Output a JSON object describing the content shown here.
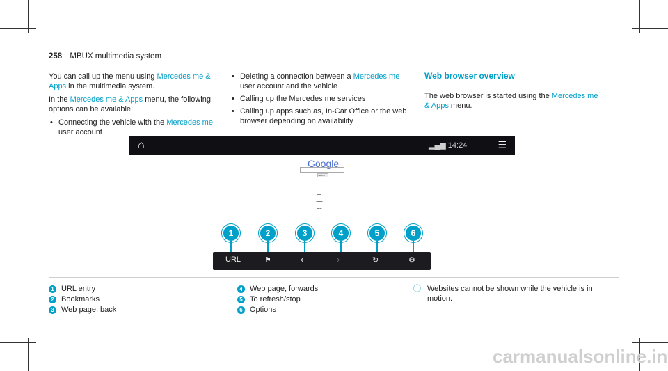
{
  "header": {
    "page_number": "258",
    "section": "MBUX multimedia system"
  },
  "col1": {
    "para1_a": "You can call up the menu using ",
    "para1_link": "Mercedes me & Apps",
    "para1_b": " in the multimedia system.",
    "para2_a": "In the ",
    "para2_link": "Mercedes me & Apps",
    "para2_b": " menu, the following options can be available:",
    "bullet1_a": "Connecting the vehicle with the ",
    "bullet1_link": "Mercedes me",
    "bullet1_b": " user account"
  },
  "col2": {
    "bullet1_a": "Deleting a connection between a ",
    "bullet1_link": "Mercedes me",
    "bullet1_b": " user account and the vehicle",
    "bullet2": "Calling up the Mercedes me services",
    "bullet3": "Calling up apps such as, In-Car Office or the web browser depending on availability"
  },
  "col3": {
    "title": "Web browser overview",
    "para_a": "The web browser is started using the ",
    "para_link": "Mercedes me & Apps",
    "para_b": " menu."
  },
  "screen": {
    "home_icon": "home-icon",
    "time": "14:24",
    "menu_icon": "message-icon",
    "google_logo": "Google",
    "search_button": "Search",
    "toolbar": {
      "url": "URL",
      "bookmark_icon": "bookmark-icon",
      "back_icon": "chevron-left-icon",
      "forward_icon": "chevron-right-icon",
      "refresh_icon": "refresh-icon",
      "options_icon": "gear-icon"
    },
    "callouts": [
      "1",
      "2",
      "3",
      "4",
      "5",
      "6"
    ]
  },
  "legend": [
    {
      "num": "1",
      "text": "URL entry"
    },
    {
      "num": "2",
      "text": "Bookmarks"
    },
    {
      "num": "3",
      "text": "Web page, back"
    },
    {
      "num": "4",
      "text": "Web page, forwards"
    },
    {
      "num": "5",
      "text": "To refresh/stop"
    },
    {
      "num": "6",
      "text": "Options"
    }
  ],
  "note": {
    "icon": "info-icon",
    "text": "Websites cannot be shown while the vehicle is in motion."
  },
  "watermark": "carmanualsonline.info",
  "colors": {
    "accent": "#00a0c8"
  }
}
